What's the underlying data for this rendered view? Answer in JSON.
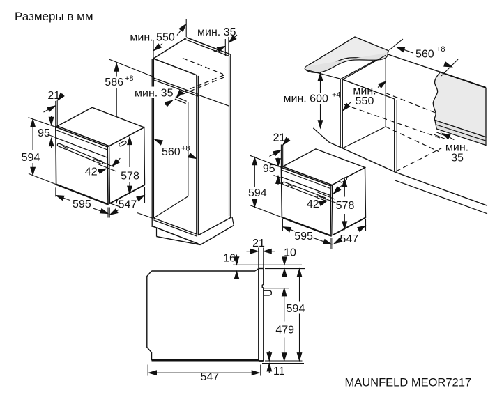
{
  "title": "Размеры в мм",
  "model": "MAUNFELD MEOR7217",
  "tall_cabinet_diagram": {
    "depth_min": "мин. 550",
    "rear_top_gap_min": "мин. 35",
    "niche_height": "586",
    "niche_height_tolerance": "+8",
    "shelf_rear_gap_min": "мин. 35",
    "niche_depth": "560",
    "niche_depth_tolerance": "+8"
  },
  "oven_front_left": {
    "door_offset": "21",
    "panel_height": "95",
    "height": "594",
    "handle_clearance": "42",
    "door_height": "578",
    "width": "595",
    "depth": "547"
  },
  "base_cabinet_diagram": {
    "niche_width": "560",
    "niche_width_tolerance": "+8",
    "niche_height_min": "мин. 600",
    "niche_height_tolerance": "+4",
    "depth_min_word": "мин.",
    "depth_min_value": "550",
    "rear_gap_word": "мин.",
    "rear_gap_value": "35"
  },
  "oven_front_right": {
    "door_offset": "21",
    "panel_height": "95",
    "height": "594",
    "handle_clearance": "42",
    "door_height": "578",
    "width": "595",
    "depth": "547"
  },
  "side_view": {
    "door_thickness": "21",
    "top_front_gap": "16",
    "top_clearance": "10",
    "height": "594",
    "lower_height": "479",
    "depth": "547",
    "bottom_overhang": "11"
  }
}
